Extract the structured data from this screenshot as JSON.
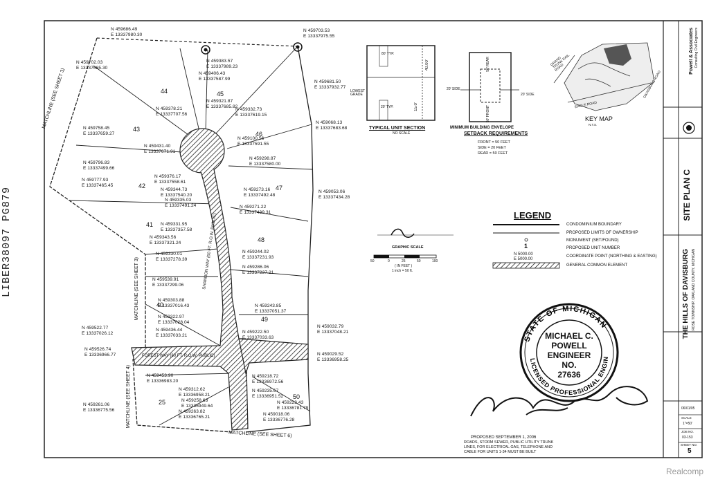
{
  "side_stamp": "LIBER38097 PG879",
  "matchlines": {
    "top_left": "MATCHLINE (SEE SHEET 3)",
    "mid_left": "MATCHLINE (SEE SHEET 3)",
    "bottom_left": "MATCHLINE (SEE SHEET 4)",
    "bottom": "MATCHLINE (SEE SHEET 6)"
  },
  "roads": {
    "vertical": "SHANNON WAY (60 FT. R.O.W. PUBLIC)",
    "horizontal": "FOREST WAY (60 FT. R.O.W. PUBLIC)"
  },
  "units": [
    "44",
    "45",
    "43",
    "46",
    "42",
    "47",
    "41",
    "48",
    "40",
    "49",
    "25",
    "50"
  ],
  "coords": [
    {
      "n": "N 459686.49",
      "e": "E 13337980.30"
    },
    {
      "n": "N 459703.53",
      "e": "E 13337975.55"
    },
    {
      "n": "N 459702.03",
      "e": "E 13337685.30"
    },
    {
      "n": "N 459383.57",
      "e": "E 13337989.23"
    },
    {
      "n": "N 459406.43",
      "e": "E 13337587.99"
    },
    {
      "n": "N 459681.50",
      "e": "E 13337932.77"
    },
    {
      "n": "N 459321.87",
      "e": "E 13337685.82"
    },
    {
      "n": "N 459378.21",
      "e": "E 13337707.56"
    },
    {
      "n": "N 459332.73",
      "e": "E 13337619.15"
    },
    {
      "n": "N 459068.13",
      "e": "E 13337683.68"
    },
    {
      "n": "N 459758.45",
      "e": "E 13337659.27"
    },
    {
      "n": "N 459100.56",
      "e": "E 13337591.55"
    },
    {
      "n": "N 459431.40",
      "e": "E 13337671.91"
    },
    {
      "n": "N 459298.87",
      "e": "E 13337580.00"
    },
    {
      "n": "N 459796.83",
      "e": "E 13337499.66"
    },
    {
      "n": "N 459376.17",
      "e": "E 13337558.61"
    },
    {
      "n": "N 459777.93",
      "e": "E 13337465.45"
    },
    {
      "n": "N 459344.73",
      "e": "E 13337540.20"
    },
    {
      "n": "N 459273.16",
      "e": "E 13337492.48"
    },
    {
      "n": "N 459053.06",
      "e": "E 13337434.28"
    },
    {
      "n": "N 459335.03",
      "e": "E 13337491.24"
    },
    {
      "n": "N 459271.22",
      "e": "E 13337439.31"
    },
    {
      "n": "N 459331.95",
      "e": "E 13337357.58"
    },
    {
      "n": "N 459343.56",
      "e": "E 13337321.24"
    },
    {
      "n": "N 459330.01",
      "e": "E 13337278.39"
    },
    {
      "n": "N 459244.02",
      "e": "E 13337231.93"
    },
    {
      "n": "N 459286.06",
      "e": "E 13337237.21"
    },
    {
      "n": "N 459539.91",
      "e": "E 13337299.06"
    },
    {
      "n": "N 459303.88",
      "e": "E 13337016.43"
    },
    {
      "n": "N 459243.85",
      "e": "E 13337051.37"
    },
    {
      "n": "N 459322.97",
      "e": "E 13337028.04"
    },
    {
      "n": "N 459522.77",
      "e": "E 13337026.12"
    },
    {
      "n": "N 459436.44",
      "e": "E 13337033.21"
    },
    {
      "n": "N 459222.50",
      "e": "E 13337033.63"
    },
    {
      "n": "N 459032.79",
      "e": "E 13337048.21"
    },
    {
      "n": "N 459526.74",
      "e": "E 13336966.77"
    },
    {
      "n": "N 459029.52",
      "e": "E 13336958.25"
    },
    {
      "n": "N 459453.90",
      "e": "E 13336983.20"
    },
    {
      "n": "N 459218.72",
      "e": "E 13336972.56"
    },
    {
      "n": "N 459312.62",
      "e": "E 13336958.21"
    },
    {
      "n": "N 459235.67",
      "e": "E 13336951.52"
    },
    {
      "n": "N 459258.63",
      "e": "E 13336949.64"
    },
    {
      "n": "N 459223.43",
      "e": "E 13336781.79"
    },
    {
      "n": "N 459263.82",
      "e": "E 13336765.21"
    },
    {
      "n": "N 459261.06",
      "e": "E 13336775.56"
    },
    {
      "n": "N 459018.06",
      "e": "E 13336776.28"
    }
  ],
  "typical_section": {
    "title": "TYPICAL UNIT SECTION",
    "sub": "NO SCALE",
    "dims": [
      "80' TYP.",
      "40.00'",
      "LOWEST GRADE",
      "15.0'",
      "20' TYP."
    ]
  },
  "envelope": {
    "title": "MINIMUM BUILDING ENVELOPE",
    "title2": "SETBACK REQUIREMENTS",
    "dims": [
      "20' SIDE",
      "20' SIDE",
      "50' REAR",
      "50' FRONT"
    ],
    "front": "FRONT = 50 FEET",
    "side": "SIDE = 20 FEET",
    "rear": "REAR = 50 FEET"
  },
  "key_map": {
    "title": "KEY MAP",
    "sub": "N.T.S.",
    "roads": [
      "GRAND TRUNK RAIL ROAD",
      "EAGLE ROAD",
      "DAVISBURG ROAD"
    ]
  },
  "legend": {
    "title": "LEGEND",
    "items": [
      "CONDOMINIUM BOUNDARY",
      "PROPOSED LIMITS OF OWNERSHIP",
      "MONUMENT (SET/FOUND)",
      "PROPOSED UNIT NUMBER",
      "COORDINATE POINT (NORTHING & EASTING)",
      "GENERAL COMMON ELEMENT"
    ],
    "unit_sample": "1",
    "coord_sample_n": "N 5000.00",
    "coord_sample_e": "E 5000.00"
  },
  "scale": {
    "title": "GRAPHIC SCALE",
    "ticks": [
      "50",
      "0",
      "25",
      "50",
      "100"
    ],
    "unit": "( IN FEET )",
    "ratio": "1 inch = 50 ft."
  },
  "stamp": {
    "ring_top": "STATE OF MICHIGAN",
    "ring_bottom": "LICENSED PROFESSIONAL ENGINEER",
    "name1": "MICHAEL C.",
    "name2": "POWELL",
    "title": "ENGINEER",
    "no": "NO.",
    "number": "27636"
  },
  "note": {
    "line1": "PROPOSED SEPTEMBER 1, 2006",
    "line2": "ROADS, STORM SEWER, PUBLIC UTILITY TRUNK",
    "line3": "LINES, FOR ELECTRICAL GAS, TELEPHONE AND",
    "line4": "CABLE FOR UNITS 1-34 MUST BE BUILT"
  },
  "title_block": {
    "sheet_title": "SITE PLAN C",
    "project": "THE HILLS OF DAVISBURG",
    "location": "ROSE TOWNSHIP, OAKLAND COUNTY, MICHIGAN",
    "firm": "Powell & Associates",
    "firm_sub": "Consulting Civil Engineers",
    "date": "06/01/05",
    "scale_label": "SCALE",
    "scale_value": "1\"=50'",
    "job_label": "JOB NO.",
    "job": "03-153",
    "sheet_label": "SHEET NO.",
    "sheet": "5"
  },
  "watermark": "Realcomp"
}
